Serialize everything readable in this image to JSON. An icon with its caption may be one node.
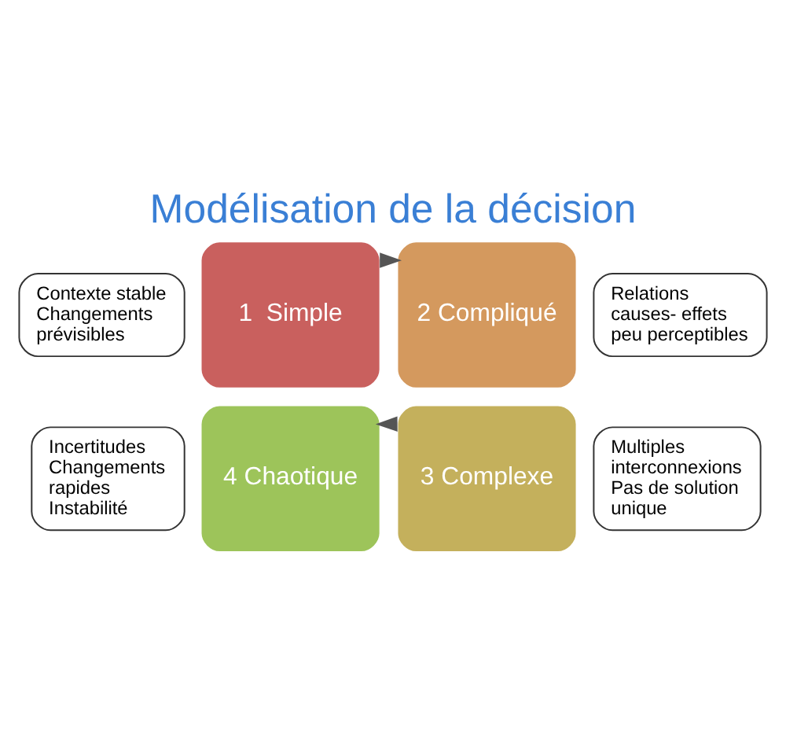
{
  "diagram": {
    "title": "Modélisation de la décision",
    "nodes": [
      {
        "text": [
          "Contexte stable",
          "Changements prévisibles"
        ]
      },
      {
        "text": [
          "Relations causes- effets peu perceptibles"
        ]
      },
      {
        "text": [
          "1  Simple"
        ]
      },
      {
        "text": [
          "2 Compliqué"
        ]
      },
      {
        "text": [
          "4 Chaotique"
        ]
      },
      {
        "text": [
          "3 Complexe"
        ]
      },
      {
        "text": [
          "Incertitudes",
          "Changements rapides",
          "Instabilité"
        ]
      },
      {
        "text": [
          "Multiples interconnexions",
          "Pas de solution unique"
        ]
      }
    ],
    "edges": [
      {
        "from": 2,
        "to": 3,
        "arrow": "to"
      },
      {
        "from": 5,
        "to": 4,
        "arrow": "to"
      }
    ]
  }
}
